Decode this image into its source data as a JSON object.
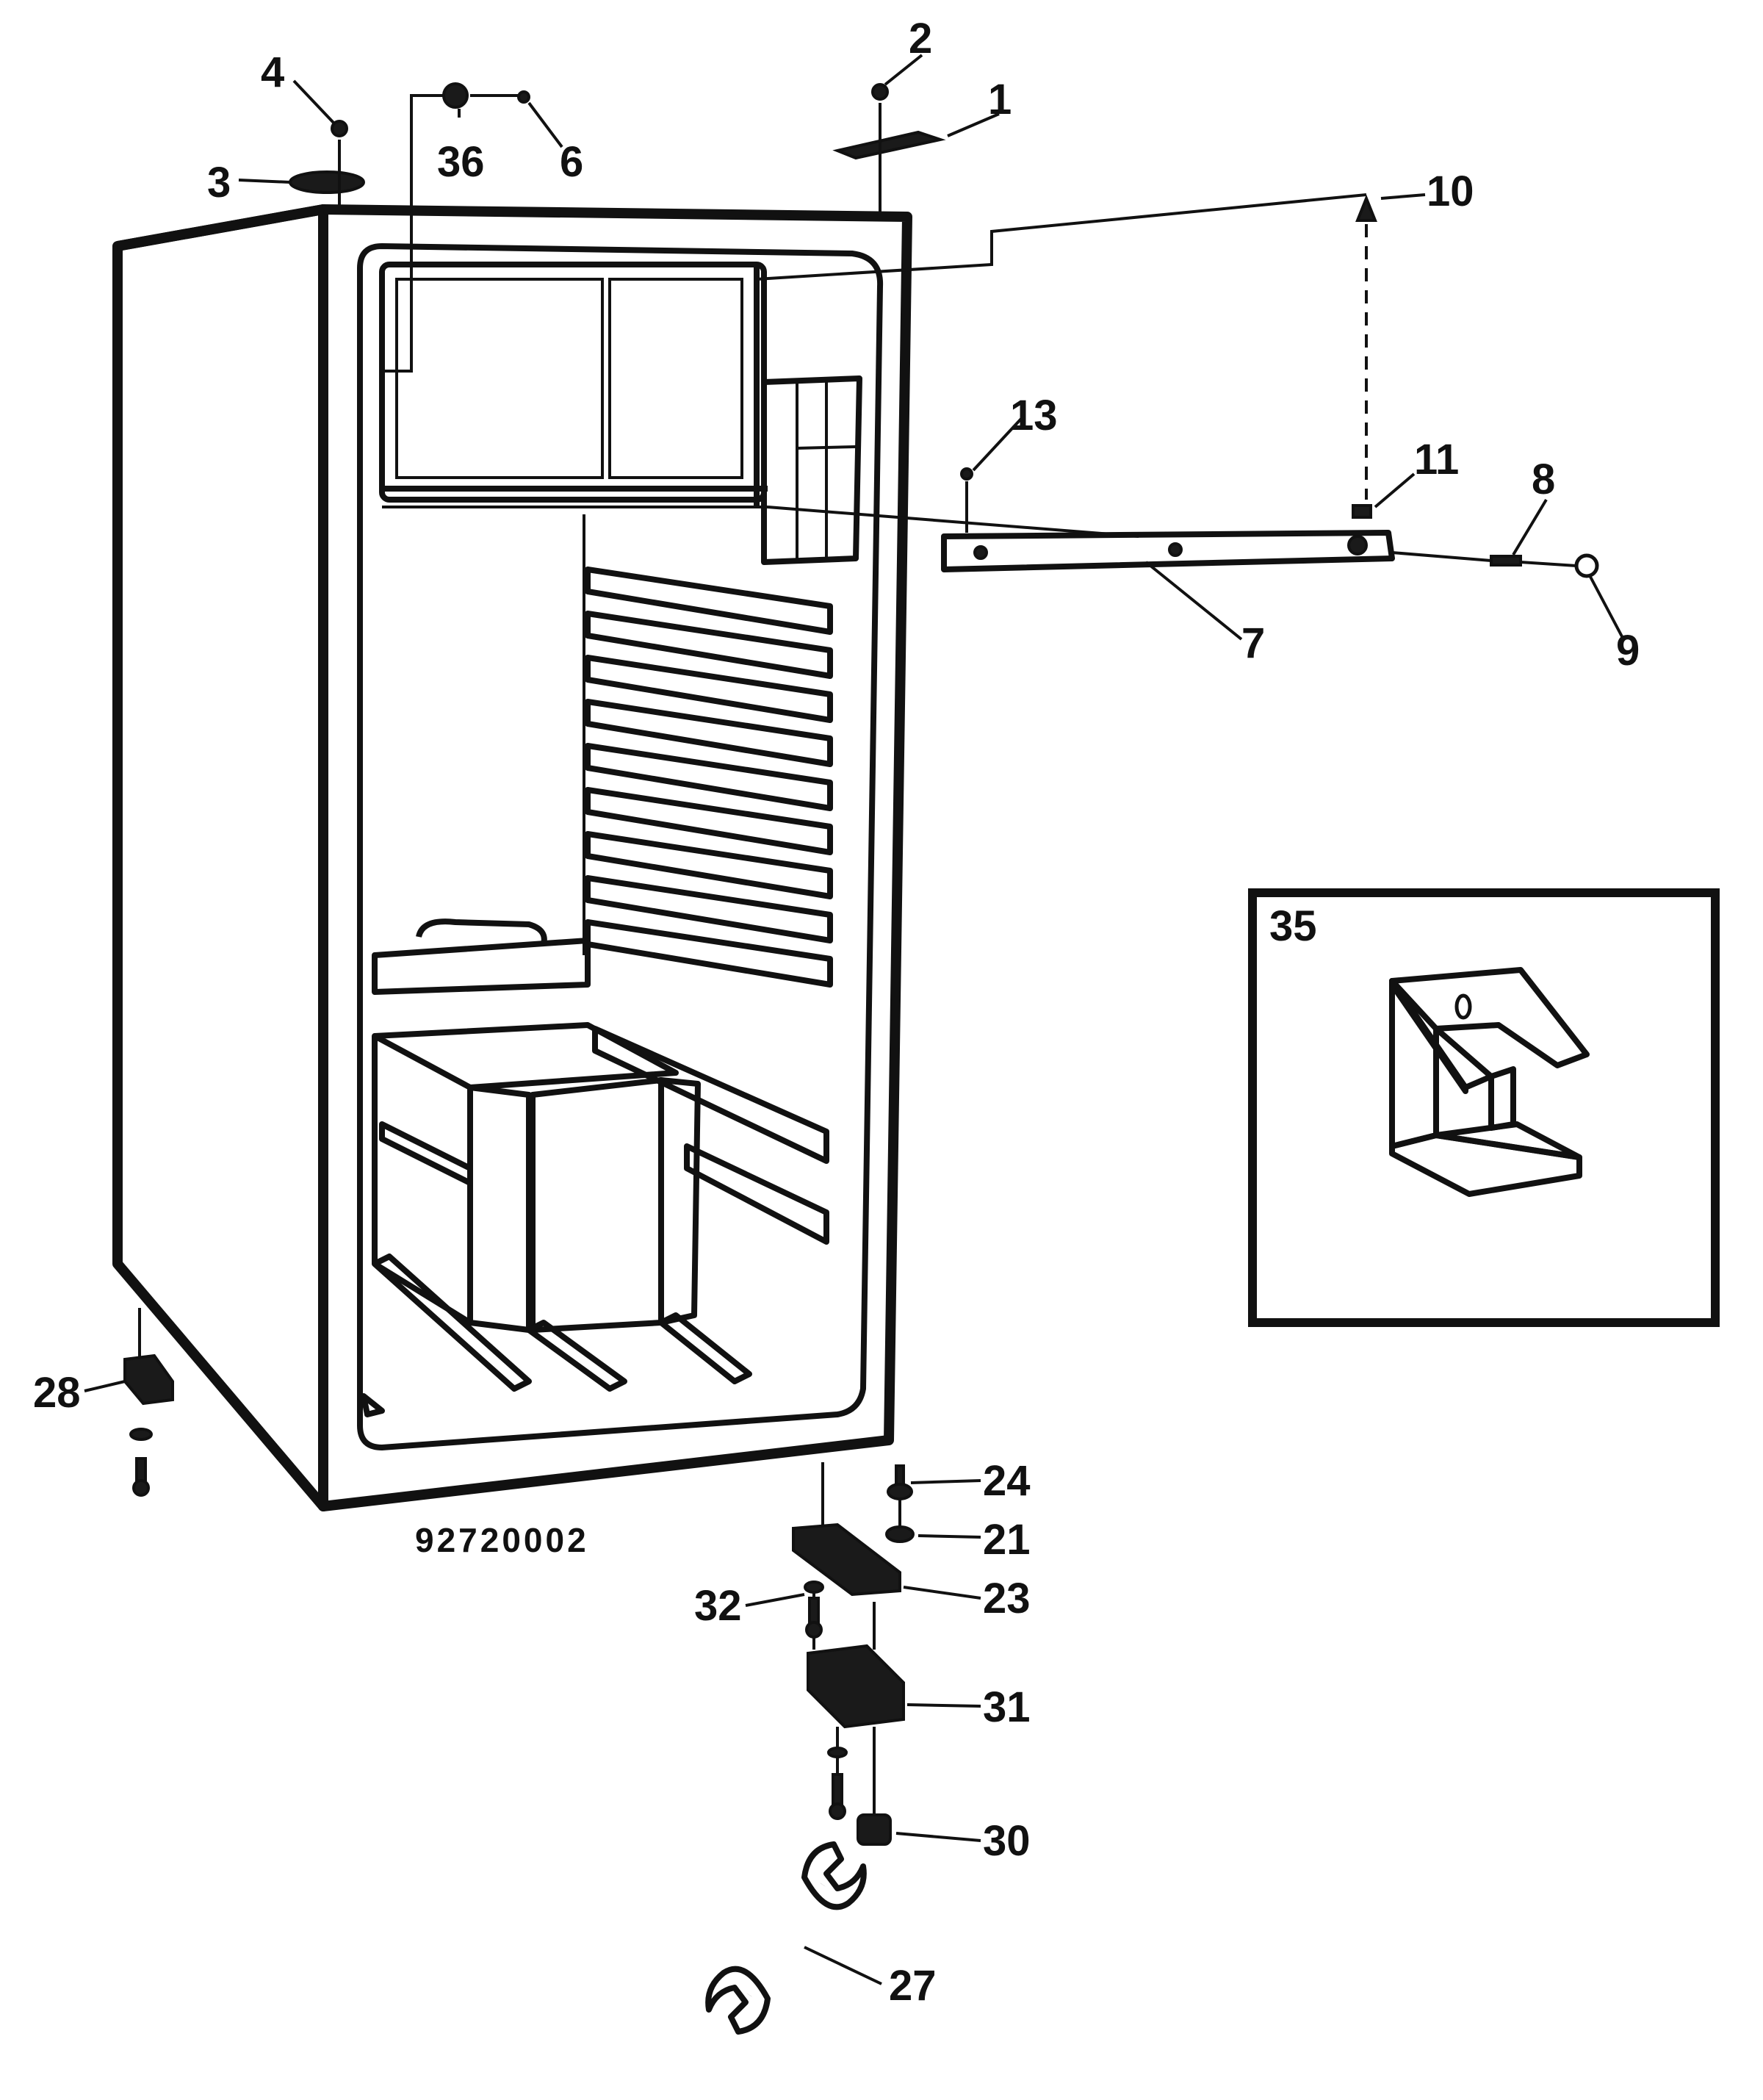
{
  "drawing_number": "92720002",
  "inset": {
    "label": "35"
  },
  "labels": [
    {
      "id": "1",
      "text": "1"
    },
    {
      "id": "2",
      "text": "2"
    },
    {
      "id": "3",
      "text": "3"
    },
    {
      "id": "4",
      "text": "4"
    },
    {
      "id": "6",
      "text": "6"
    },
    {
      "id": "7",
      "text": "7"
    },
    {
      "id": "8",
      "text": "8"
    },
    {
      "id": "9",
      "text": "9"
    },
    {
      "id": "10",
      "text": "10"
    },
    {
      "id": "11",
      "text": "11"
    },
    {
      "id": "13",
      "text": "13"
    },
    {
      "id": "21",
      "text": "21"
    },
    {
      "id": "23",
      "text": "23"
    },
    {
      "id": "24",
      "text": "24"
    },
    {
      "id": "27",
      "text": "27"
    },
    {
      "id": "28",
      "text": "28"
    },
    {
      "id": "30",
      "text": "30"
    },
    {
      "id": "31",
      "text": "31"
    },
    {
      "id": "32",
      "text": "32"
    },
    {
      "id": "36",
      "text": "36"
    }
  ]
}
